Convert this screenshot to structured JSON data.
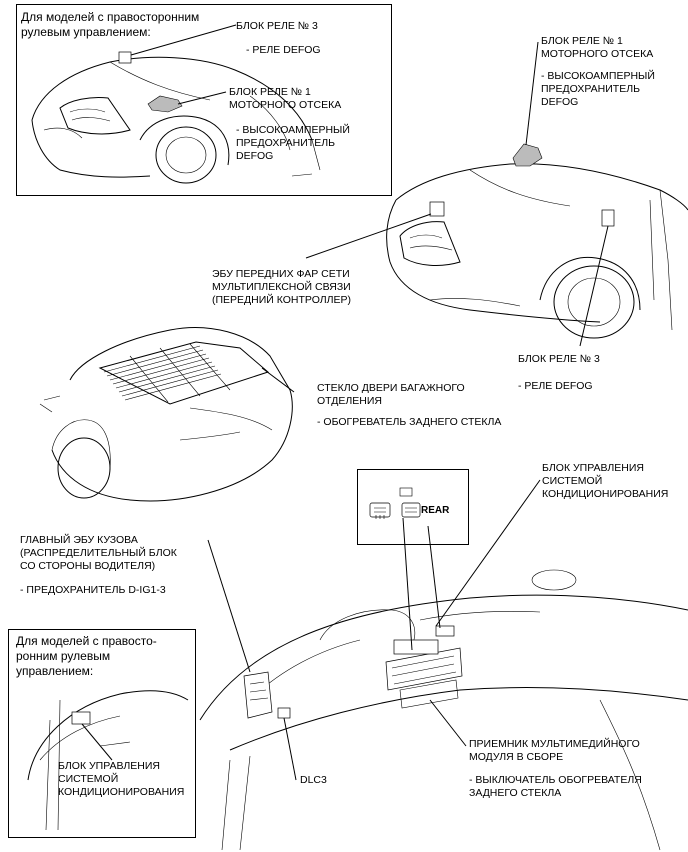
{
  "inset_top": {
    "title": "Для моделей с правосторонним\nрулевым управлением:",
    "relay3_title": "БЛОК РЕЛЕ № 3",
    "relay3_item": "- РЕЛЕ DEFOG",
    "relay1_title": "БЛОК РЕЛЕ № 1\nМОТОРНОГО ОТСЕКА",
    "relay1_item": "- ВЫСОКОАМПЕРНЫЙ\nПРЕДОХРАНИТЕЛЬ\nDEFOG"
  },
  "main_front": {
    "relay1_title": "БЛОК РЕЛЕ № 1\nМОТОРНОГО ОТСЕКА",
    "relay1_item": "- ВЫСОКОАМПЕРНЫЙ\nПРЕДОХРАНИТЕЛЬ\nDEFOG",
    "ecu_headlight": "ЭБУ ПЕРЕДНИХ ФАР СЕТИ\nМУЛЬТИПЛЕКСНОЙ СВЯЗИ\n(ПЕРЕДНИЙ КОНТРОЛЛЕР)",
    "relay3_title": "БЛОК РЕЛЕ № 3",
    "relay3_item": "- РЕЛЕ DEFOG"
  },
  "rear": {
    "glass_title": "СТЕКЛО ДВЕРИ БАГАЖНОГО\nОТДЕЛЕНИЯ",
    "glass_item": "- ОБОГРЕВАТЕЛЬ ЗАДНЕГО СТЕКЛА"
  },
  "dash": {
    "ac_control": "БЛОК УПРАВЛЕНИЯ\nСИСТЕМОЙ\nКОНДИЦИОНИРОВАНИЯ",
    "rear_button": "REAR",
    "main_body_ecu": "ГЛАВНЫЙ ЭБУ КУЗОВА\n(РАСПРЕДЕЛИТЕЛЬНЫЙ БЛОК\nСО СТОРОНЫ ВОДИТЕЛЯ)",
    "fuse_item": "- ПРЕДОХРАНИТЕЛЬ D-IG1-3",
    "multimedia": "ПРИЕМНИК МУЛЬТИМЕДИЙНОГО\nМОДУЛЯ В СБОРЕ",
    "multimedia_item": "- ВЫКЛЮЧАТЕЛЬ ОБОГРЕВАТЕЛЯ\nЗАДНЕГО СТЕКЛА",
    "dlc3": "DLC3"
  },
  "inset_bottom": {
    "title": "Для моделей с правосто-\nронним рулевым\nуправлением:",
    "ac_control": "БЛОК УПРАВЛЕНИЯ\nСИСТЕМОЙ\nКОНДИЦИОНИРОВАНИЯ"
  }
}
